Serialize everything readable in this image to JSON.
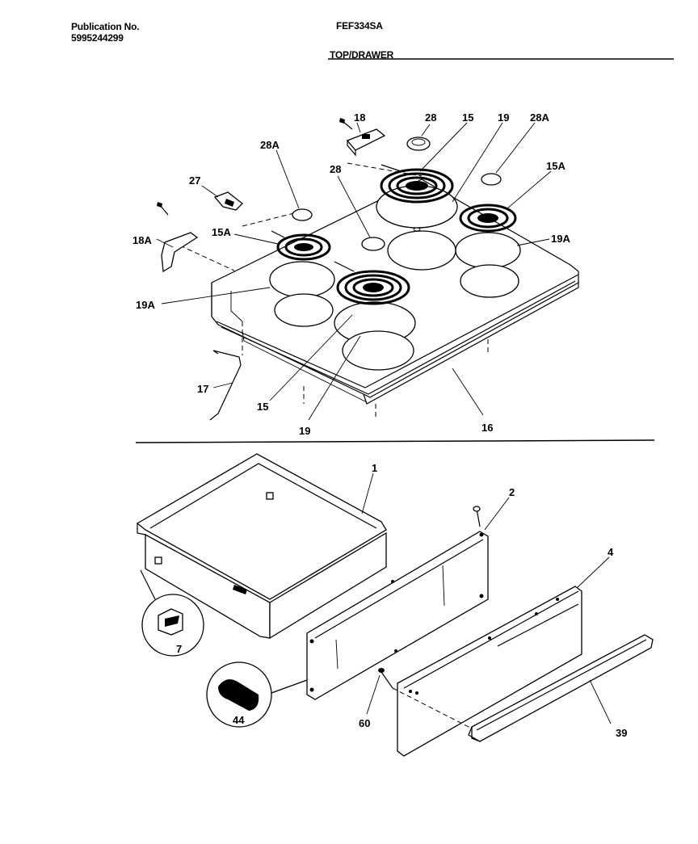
{
  "header": {
    "publication_label": "Publication No.",
    "publication_number": "5995244299",
    "model": "FEF334SA",
    "section": "TOP/DRAWER"
  },
  "parts": {
    "p18": "18",
    "p28_top": "28",
    "p15_top": "15",
    "p19_top": "19",
    "p28A_right": "28A",
    "p28A_left": "28A",
    "p27": "27",
    "p28_mid": "28",
    "p15A_right": "15A",
    "p18A": "18A",
    "p15A_left": "15A",
    "p19A_right": "19A",
    "p19A_left": "19A",
    "p17": "17",
    "p15_bottom": "15",
    "p19_bottom": "19",
    "p16": "16",
    "p1": "1",
    "p2": "2",
    "p4": "4",
    "p7": "7",
    "p44": "44",
    "p60": "60",
    "p39": "39"
  }
}
